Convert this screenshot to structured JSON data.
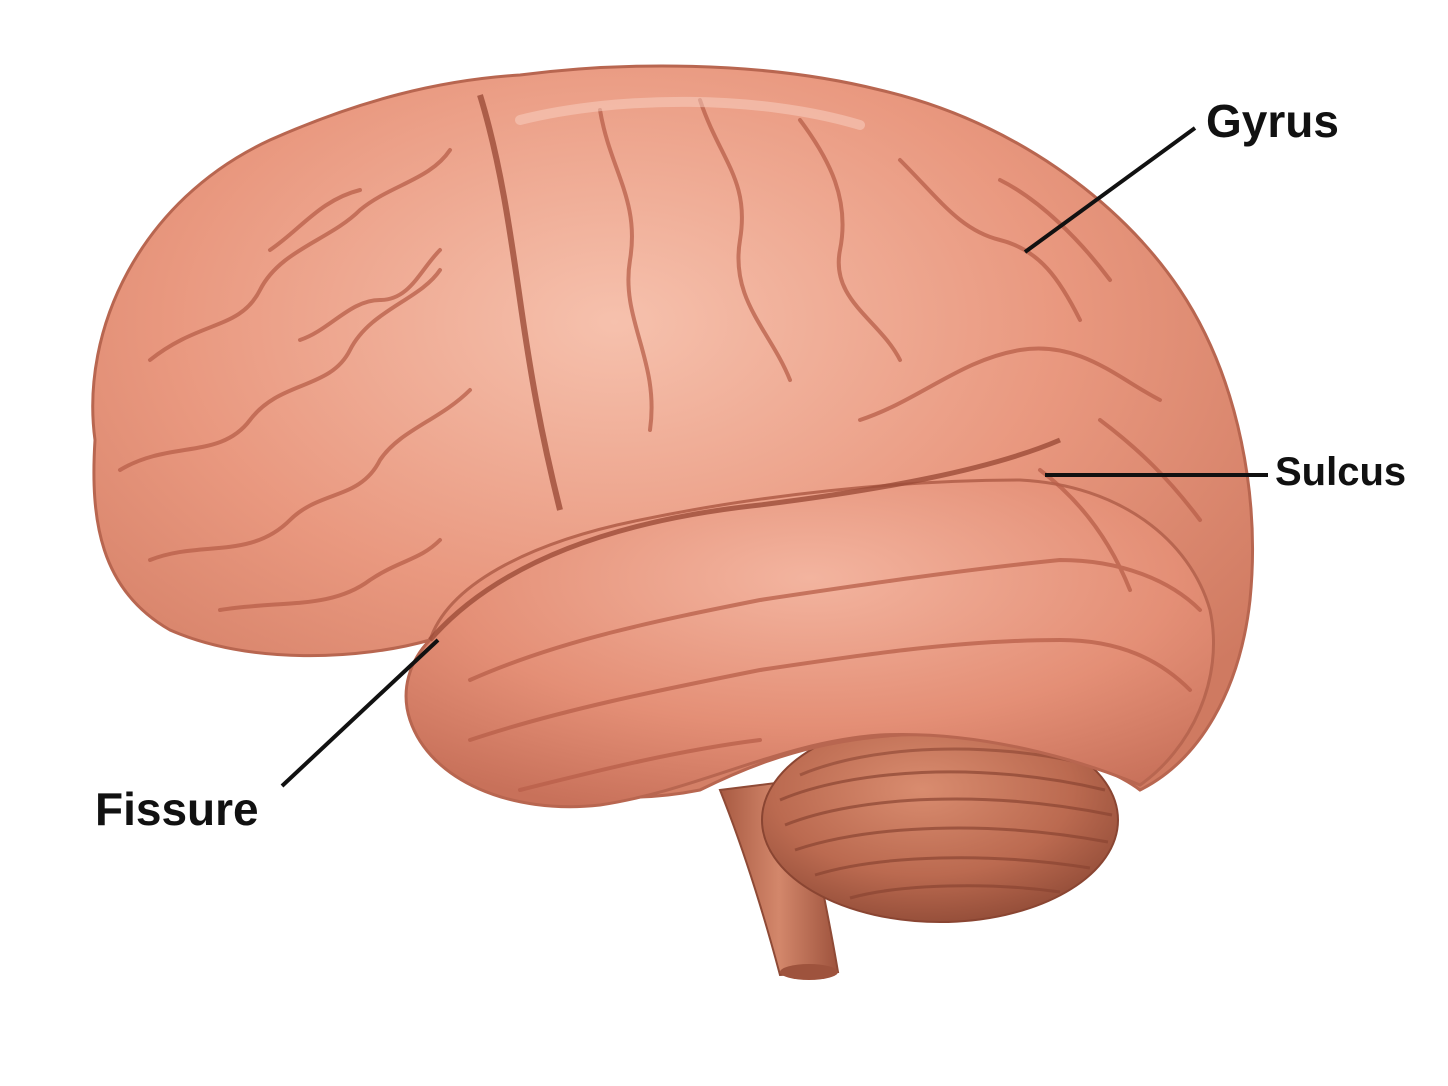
{
  "diagram": {
    "labels": {
      "gyrus": "Gyrus",
      "sulcus": "Sulcus",
      "fissure": "Fissure"
    },
    "colors": {
      "background": "#ffffff",
      "cortex": "#e6957c",
      "cortex_highlight": "#f4b9a4",
      "sulcus_line": "#b85f49",
      "cerebellum": "#b8664d",
      "brainstem": "#c07258",
      "leader_line": "#111111"
    }
  }
}
